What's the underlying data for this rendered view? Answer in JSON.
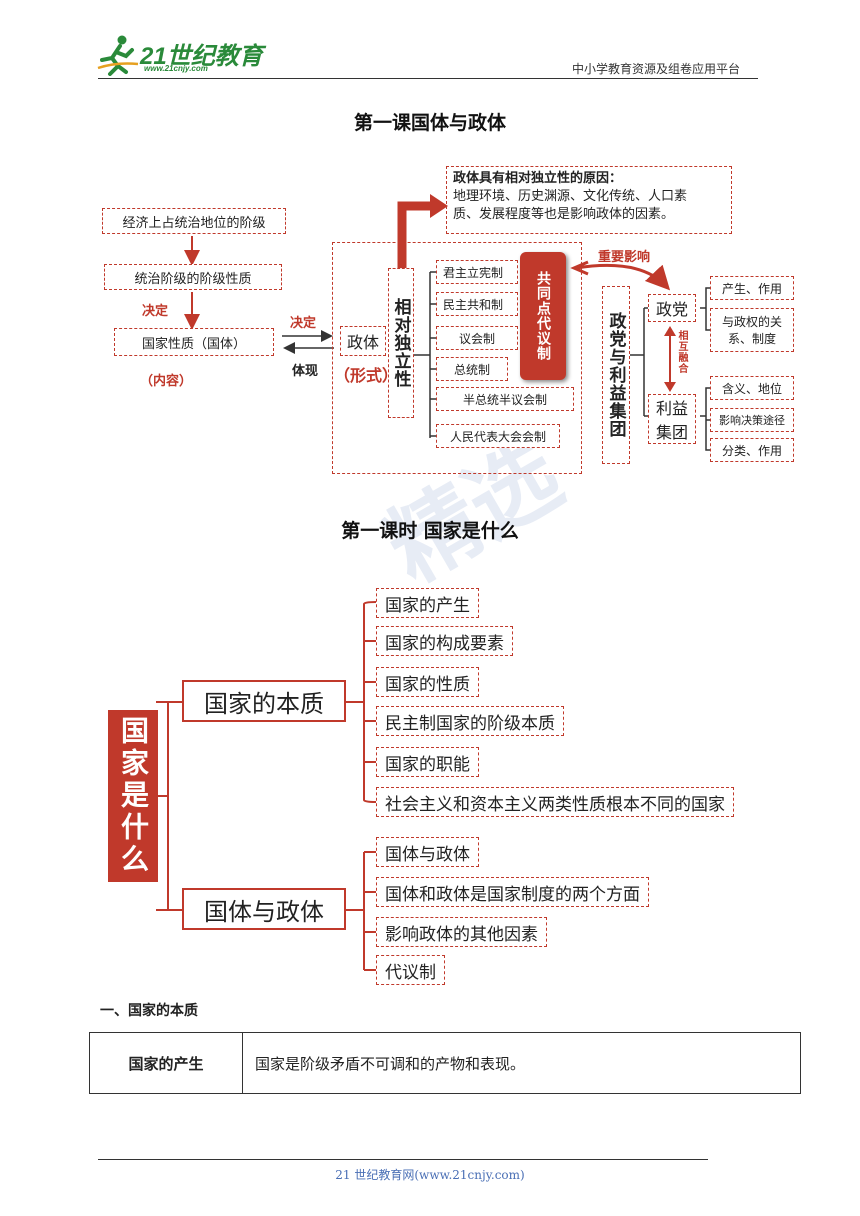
{
  "header": {
    "logo_text": "21世纪教育",
    "logo_url": "www.21cnjy.com",
    "right_text": "中小学教育资源及组卷应用平台"
  },
  "watermark": "精选",
  "diagram1": {
    "title": "第一课国体与政体",
    "reason_box": {
      "heading": "政体具有相对独立性的原因：",
      "line1": "地理环境、历史渊源、文化传统、人口素",
      "line2": "质、发展程度等也是影响政体的因素。"
    },
    "left": {
      "economic": "经济上占统治地位的阶级",
      "class_nature": "统治阶级的阶级性质",
      "decide1": "决定",
      "state_nature": "国家性质（国体）",
      "content_label": "（内容）",
      "decide2": "决定",
      "reflect": "体现"
    },
    "center": {
      "polity": "政体",
      "form_label": "（形式）",
      "relative_independence": "相对独立性",
      "forms": [
        "君主立宪制",
        "民主共和制",
        "议会制",
        "总统制",
        "半总统半议会制",
        "人民代表大会会制"
      ],
      "common_point": "共同点代议制"
    },
    "right": {
      "important_influence": "重要影响",
      "parties_groups": "政党与利益集团",
      "party": "政党",
      "party_items": [
        "产生、作用",
        "与政权的关系、制度"
      ],
      "mutual": "相互融合",
      "interest_group": "利益集团",
      "group_items": [
        "含义、地位",
        "影响决策途径",
        "分类、作用"
      ]
    }
  },
  "diagram2": {
    "title": "第一课时  国家是什么",
    "root": "国家是什么",
    "branches": [
      {
        "label": "国家的本质",
        "items": [
          "国家的产生",
          "国家的构成要素",
          "国家的性质",
          "民主制国家的阶级本质",
          "国家的职能",
          "社会主义和资本主义两类性质根本不同的国家"
        ]
      },
      {
        "label": "国体与政体",
        "items": [
          "国体与政体",
          "国体和政体是国家制度的两个方面",
          "影响政体的其他因素",
          "代议制"
        ]
      }
    ]
  },
  "section1": {
    "heading": "一、国家的本质",
    "table": [
      {
        "term": "国家的产生",
        "desc": "国家是阶级矛盾不可调和的产物和表现。"
      }
    ]
  },
  "footer": {
    "link": "21 世纪教育网(www.21cnjy.com)"
  },
  "colors": {
    "accent_red": "#c0392b",
    "logo_green": "#2a8a3a",
    "footer_blue": "#4a6fb5"
  }
}
